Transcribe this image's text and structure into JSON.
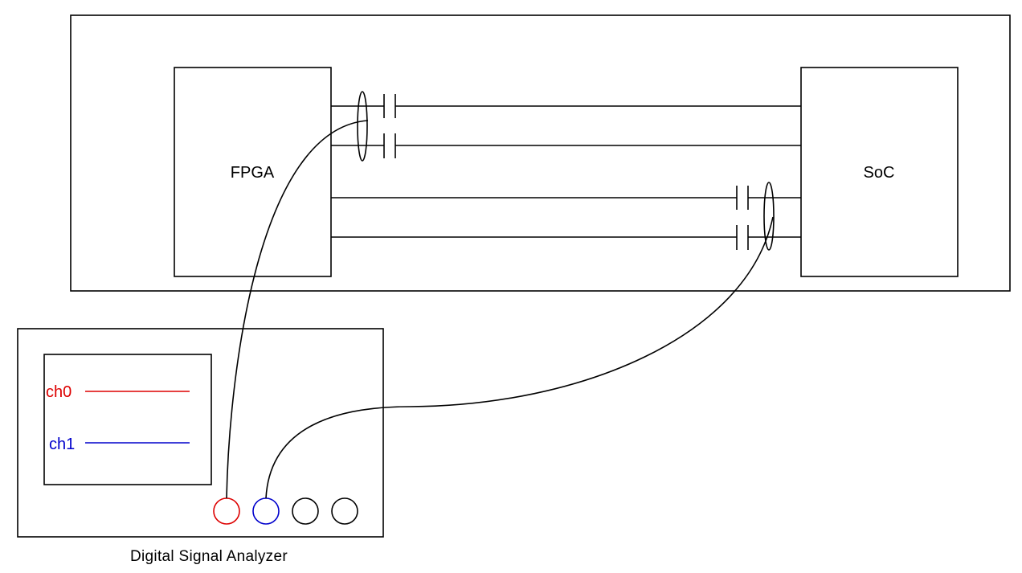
{
  "board": {
    "fpga_label": "FPGA",
    "soc_label": "SoC"
  },
  "analyzer": {
    "caption": "Digital Signal Analyzer",
    "channels": [
      {
        "label": "ch0",
        "color": "#dd0000"
      },
      {
        "label": "ch1",
        "color": "#0000cc"
      }
    ],
    "port_colors": [
      "#dd0000",
      "#0000cc",
      "#000000",
      "#000000"
    ]
  }
}
